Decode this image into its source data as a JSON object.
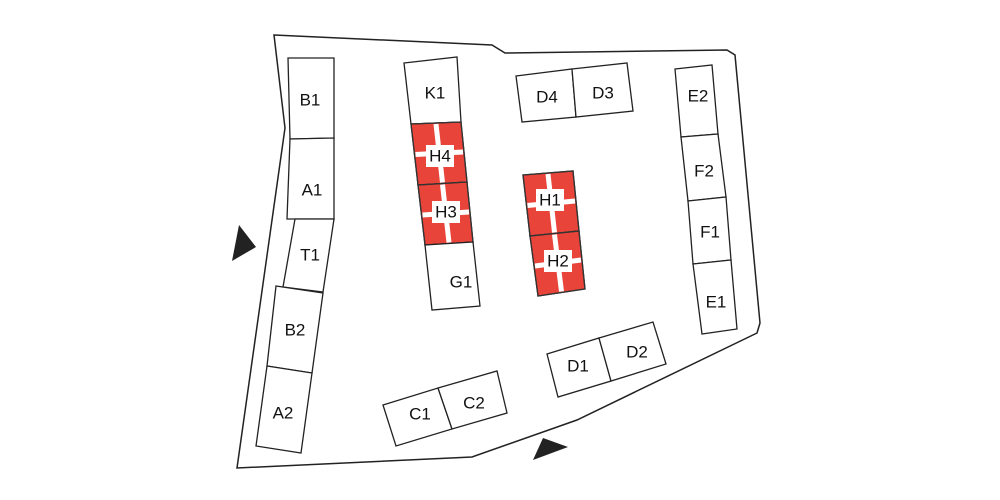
{
  "map": {
    "highlight_color": "#e8443a",
    "stalls": [
      {
        "id": "B1",
        "highlighted": false
      },
      {
        "id": "A1",
        "highlighted": false
      },
      {
        "id": "T1",
        "highlighted": false
      },
      {
        "id": "B2",
        "highlighted": false
      },
      {
        "id": "A2",
        "highlighted": false
      },
      {
        "id": "K1",
        "highlighted": false
      },
      {
        "id": "H4",
        "highlighted": true
      },
      {
        "id": "H3",
        "highlighted": true
      },
      {
        "id": "G1",
        "highlighted": false
      },
      {
        "id": "H1",
        "highlighted": true
      },
      {
        "id": "H2",
        "highlighted": true
      },
      {
        "id": "D4",
        "highlighted": false
      },
      {
        "id": "D3",
        "highlighted": false
      },
      {
        "id": "E2",
        "highlighted": false
      },
      {
        "id": "F2",
        "highlighted": false
      },
      {
        "id": "F1",
        "highlighted": false
      },
      {
        "id": "E1",
        "highlighted": false
      },
      {
        "id": "D1",
        "highlighted": false
      },
      {
        "id": "D2",
        "highlighted": false
      },
      {
        "id": "C1",
        "highlighted": false
      },
      {
        "id": "C2",
        "highlighted": false
      }
    ],
    "entrances": [
      "entrance-arrow-left",
      "entrance-arrow-bottom"
    ]
  }
}
